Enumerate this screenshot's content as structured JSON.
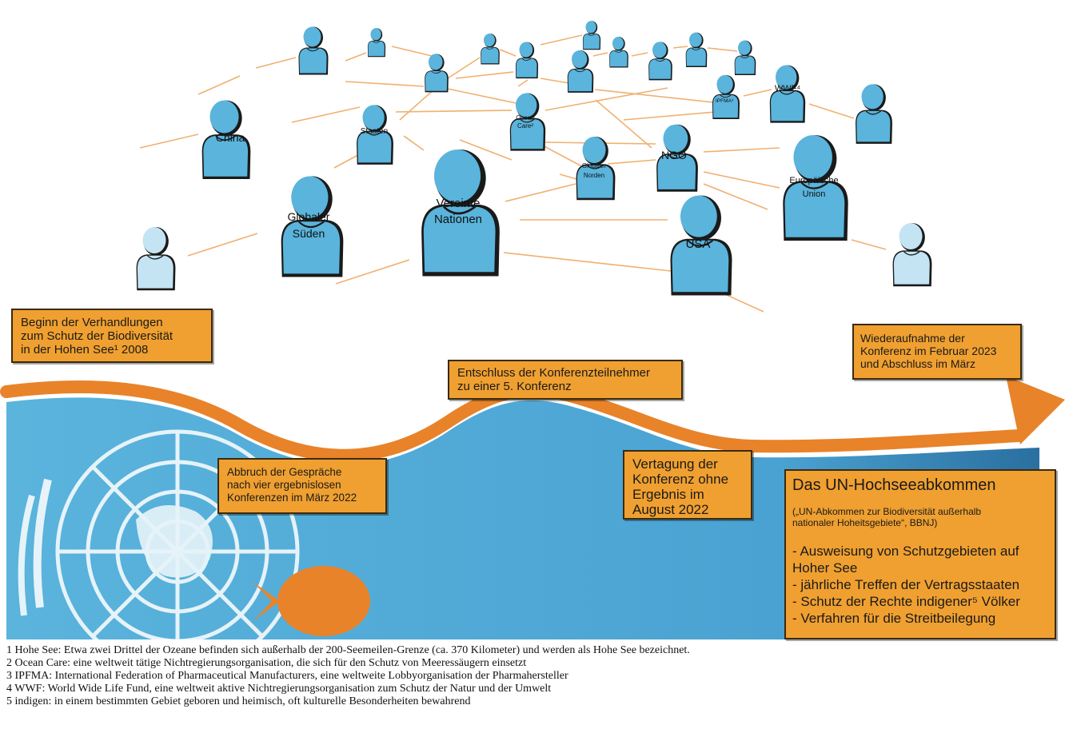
{
  "actors": {
    "china": "China",
    "staaten": "Staaten",
    "ocean_care": [
      "Ocean",
      "Care²"
    ],
    "ipfma": "IPFMA³",
    "wwf": "WWF⁴",
    "globaler_sueden": [
      "Globaler",
      "Süden"
    ],
    "vereinte_nationen": [
      "Vereinte",
      "Nationen"
    ],
    "globaler_norden": [
      "Globaler",
      "Norden"
    ],
    "ngo": "NGO",
    "europaeische_union": [
      "Europäische",
      "Union"
    ],
    "usa": "USA"
  },
  "timeline": {
    "start": "Beginn der Verhandlungen\nzum Schutz der Biodiversität\nin der Hohen See¹ 2008",
    "fifth_conference": "Entschluss der Konferenzteilnehmer\nzu einer 5. Konferenz",
    "abbruch": "Abbruch der Gespräche\nnach vier ergebnislosen\nKonferenzen im März 2022",
    "vertagung": "Vertagung der\nKonferenz ohne\nErgebnis im\nAugust 2022",
    "resume": "Wiederaufnahme der\nKonferenz im Februar 2023\nund Abschluss im März"
  },
  "agreement": {
    "title": "Das UN-Hochseeabkommen",
    "subtitle": "(„UN-Abkommen zur Biodiversität außerhalb\nnationaler Hoheitsgebiete“, BBNJ)",
    "points": [
      "- Ausweisung von Schutzgebieten auf\n  Hoher See",
      "- jährliche Treffen der Vertragsstaaten",
      "- Schutz der Rechte indigener⁵ Völker",
      "- Verfahren für die Streitbeilegung"
    ]
  },
  "footnotes": [
    "1 Hohe See: Etwa zwei Drittel der Ozeane befinden sich außerhalb der 200-Seemeilen-Grenze (ca. 370 Kilometer) und werden als Hohe See bezeichnet.",
    "2 Ocean Care: eine weltweit tätige Nichtregierungsorganisation, die sich für den Schutz von Meeressäugern einsetzt",
    "3 IPFMA: International Federation of Pharmaceutical Manufacturers, eine weltweite Lobbyorganisation der Pharmahersteller",
    "4 WWF: World Wide Life Fund, eine weltweit aktive Nichtregierungsorganisation zum Schutz der Natur und der Umwelt",
    "5 indigen: in einem bestimmten Gebiet geboren und heimisch, oft kulturelle Besonderheiten bewahrend"
  ],
  "colors": {
    "person": "#5ab4dc",
    "person_faded": "#c4e4f4",
    "sea": "#5aafda",
    "sea_deep": "#2a78a8",
    "timeline_orange": "#e8832a",
    "box_orange": "#f0a030",
    "network_line": "#f0b070"
  }
}
